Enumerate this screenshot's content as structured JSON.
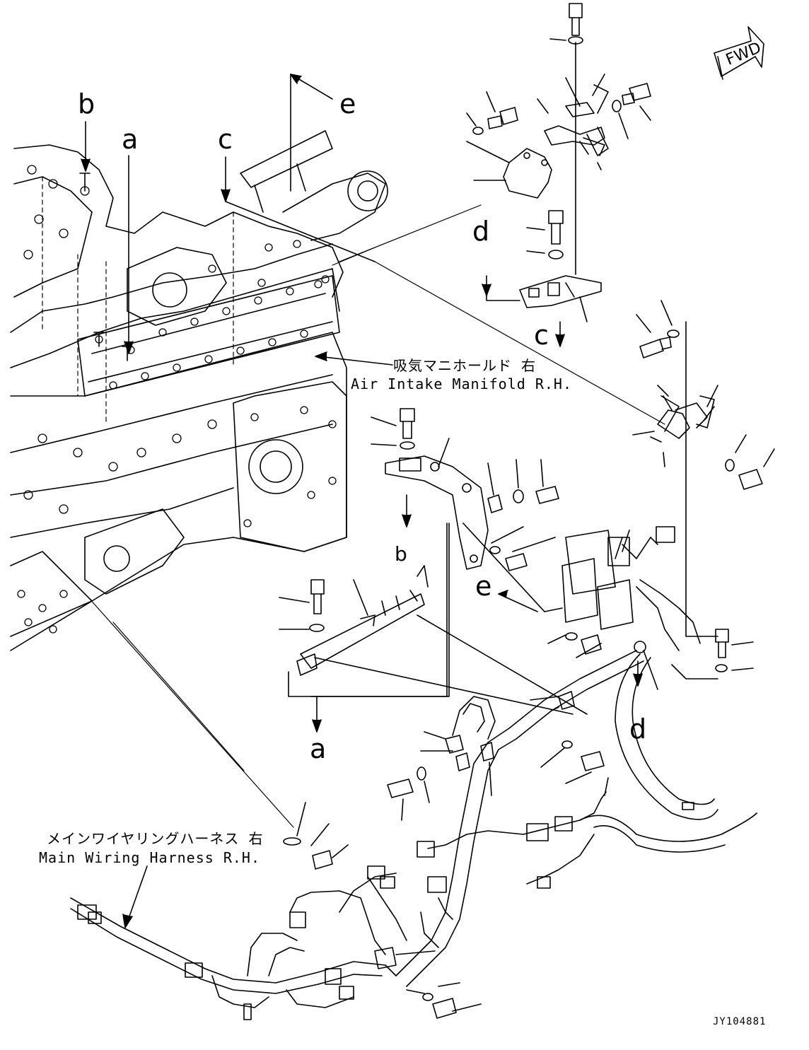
{
  "labels": {
    "a": "a",
    "b": "b",
    "c": "c",
    "d": "d",
    "e": "e"
  },
  "fwd": "FWD",
  "intake_manifold": {
    "jp": "吸気マニホールド 右",
    "en": "Air Intake Manifold R.H."
  },
  "harness": {
    "jp": "メインワイヤリングハーネス 右",
    "en": "Main Wiring Harness R.H."
  },
  "drawing_id": "JY104881"
}
